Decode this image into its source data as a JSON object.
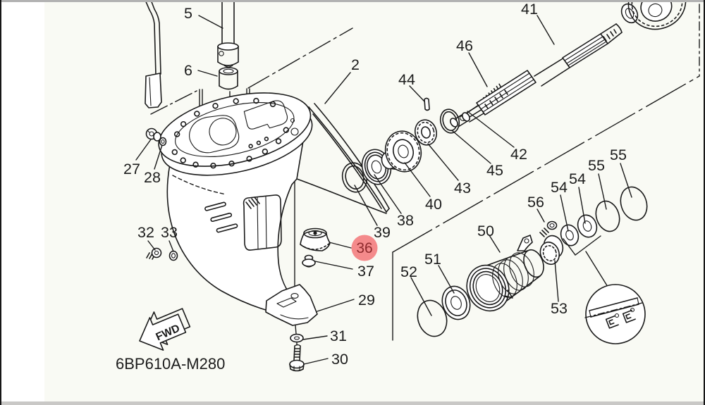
{
  "window": {
    "top_bar_color": "#b2b2b2",
    "bottom_bar_color": "#c9c8c6",
    "edge_color": "#161616",
    "canvas_color": "#fdfdfb",
    "canvas_tint": "#f9faf4"
  },
  "colors": {
    "line": "#1a1a1a",
    "highlight_fill": "#f48a8b",
    "highlight_text": "#8e2a2d",
    "label_text": "#1c1c1c"
  },
  "diagram": {
    "drawing_code": "6BP610A-M280",
    "fwd_label": "FWD",
    "highlighted_label": "36",
    "labels": [
      {
        "text": "5"
      },
      {
        "text": "6"
      },
      {
        "text": "2"
      },
      {
        "text": "27"
      },
      {
        "text": "28"
      },
      {
        "text": "32"
      },
      {
        "text": "33"
      },
      {
        "text": "29"
      },
      {
        "text": "31"
      },
      {
        "text": "30"
      },
      {
        "text": "36"
      },
      {
        "text": "37"
      },
      {
        "text": "38"
      },
      {
        "text": "39"
      },
      {
        "text": "40"
      },
      {
        "text": "41"
      },
      {
        "text": "42"
      },
      {
        "text": "43"
      },
      {
        "text": "44"
      },
      {
        "text": "45"
      },
      {
        "text": "46"
      },
      {
        "text": "50"
      },
      {
        "text": "51"
      },
      {
        "text": "52"
      },
      {
        "text": "53"
      },
      {
        "text": "54"
      },
      {
        "text": "54"
      },
      {
        "text": "55"
      },
      {
        "text": "55"
      },
      {
        "text": "56"
      }
    ]
  }
}
